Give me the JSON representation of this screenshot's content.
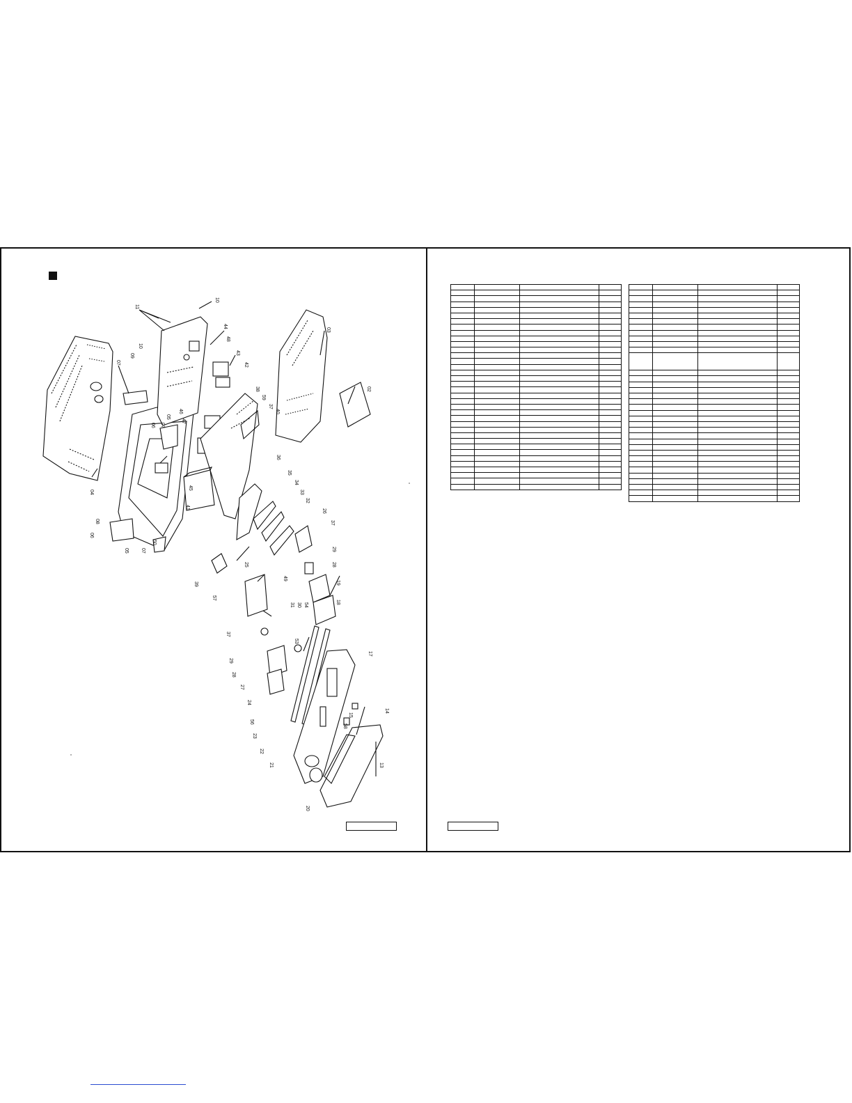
{
  "document": {
    "left_page": {
      "section_marker": "section-bullet-square",
      "callout_numbers": [
        "02",
        "03",
        "04",
        "05",
        "06",
        "07",
        "08",
        "09",
        "10",
        "11",
        "13",
        "14",
        "15",
        "17",
        "18",
        "19",
        "20",
        "21",
        "22",
        "23",
        "24",
        "25",
        "26",
        "27",
        "28",
        "29",
        "30",
        "31",
        "32",
        "33",
        "34",
        "35",
        "36",
        "37",
        "38",
        "39",
        "40",
        "41",
        "42",
        "43",
        "44",
        "45",
        "46",
        "47",
        "48",
        "49",
        "50",
        "53",
        "54",
        "56",
        "57",
        "58",
        "59"
      ],
      "page_number_box": ""
    },
    "right_page": {
      "parts_table_left": {
        "columns": 4,
        "rows": 36,
        "tall_row_index": -1
      },
      "parts_table_right": {
        "columns": 4,
        "rows": 36,
        "tall_row_index": 12
      },
      "page_number_box": ""
    }
  }
}
